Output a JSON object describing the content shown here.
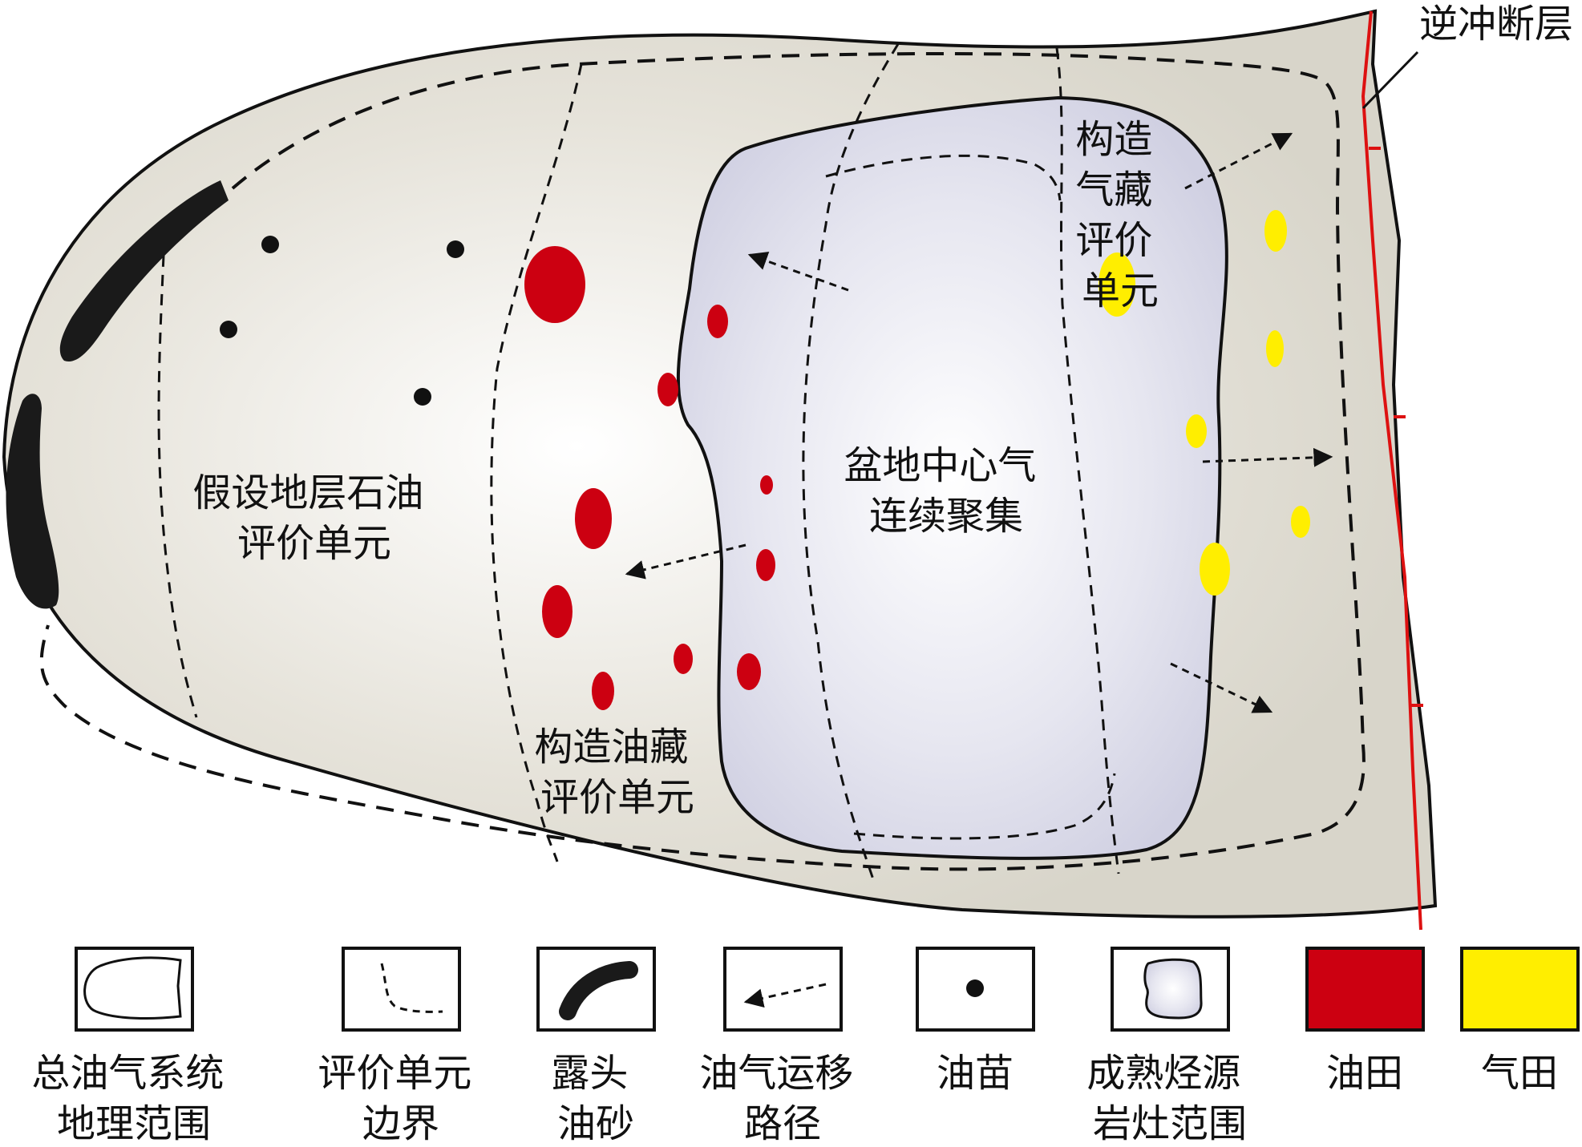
{
  "labels": {
    "thrust_fault": "逆冲断层",
    "structural_gas_unit": [
      "构造",
      "气藏",
      "评价",
      "单元"
    ],
    "basin_center_gas": [
      "盆地中心气",
      "连续聚集"
    ],
    "hypothetical_oil_unit": [
      "假设地层石油",
      "评价单元"
    ],
    "structural_oil_unit": [
      "构造油藏",
      "评价单元"
    ]
  },
  "legend": [
    {
      "key": "petroleum_system",
      "label": [
        "总油气系统",
        "地理范围"
      ]
    },
    {
      "key": "unit_boundary",
      "label": [
        "评价单元",
        "边界"
      ]
    },
    {
      "key": "outcrop_sand",
      "label": [
        "露头",
        "油砂"
      ]
    },
    {
      "key": "migration_path",
      "label": [
        "油气运移",
        "路径"
      ]
    },
    {
      "key": "oil_seep",
      "label": [
        "油苗"
      ]
    },
    {
      "key": "source_kitchen",
      "label": [
        "成熟烃源",
        "岩灶范围"
      ]
    },
    {
      "key": "oil_field",
      "label": [
        "油田"
      ]
    },
    {
      "key": "gas_field",
      "label": [
        "气田"
      ]
    }
  ],
  "colors": {
    "basin_fill": "#d8d5ca",
    "kitchen_fill": "#d4d4e4",
    "oil": "#cc0011",
    "gas": "#ffee00",
    "fault": "#dd1111",
    "line": "#111111"
  }
}
